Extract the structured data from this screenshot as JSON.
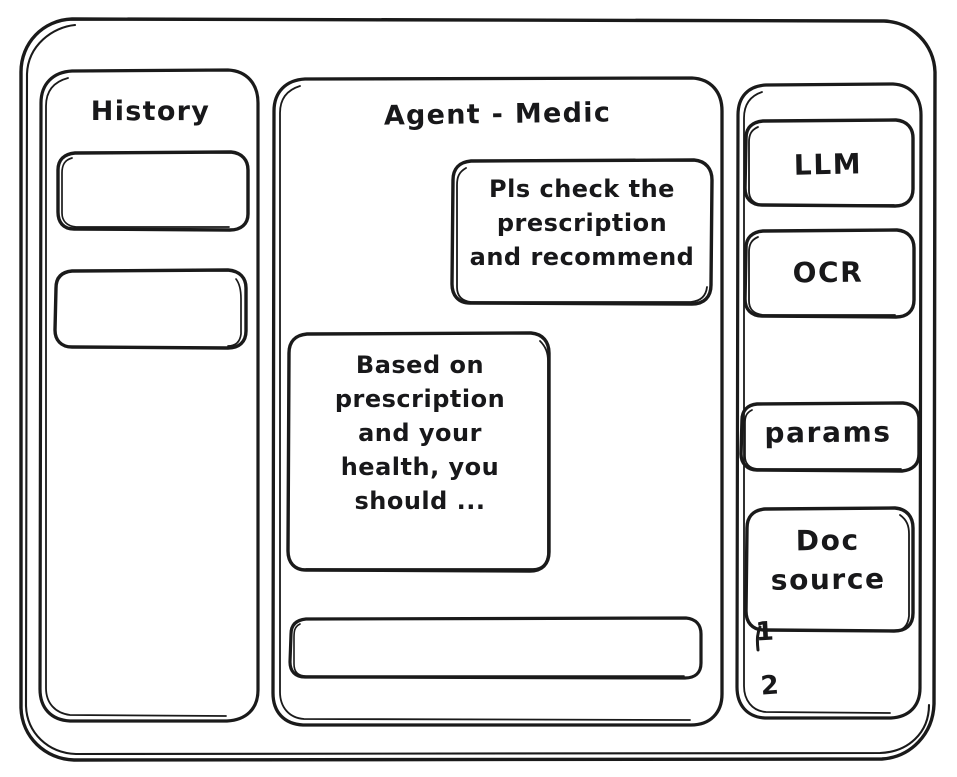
{
  "window": {
    "style": "hand-drawn-wireframe",
    "stroke_color": "#1a1a1a",
    "background_color": "#ffffff"
  },
  "history_panel": {
    "title": "History",
    "items": [
      {
        "label": "",
        "name": "history-item-1"
      },
      {
        "label": "",
        "name": "history-item-2"
      }
    ]
  },
  "main_panel": {
    "title": "Agent - Medic",
    "messages": [
      {
        "role": "user",
        "align": "right",
        "text": "Pls check the\nprescription\nand recommend"
      },
      {
        "role": "assistant",
        "align": "left",
        "text": "Based on\nprescription\nand your\nhealth, you\nshould ..."
      }
    ],
    "composer": {
      "value": "",
      "placeholder": ""
    }
  },
  "tools_panel": {
    "cards": [
      {
        "label": "LLM"
      },
      {
        "label": "OCR"
      },
      {
        "label": "params"
      },
      {
        "label": "Doc\nsource"
      }
    ],
    "doc_source_items": [
      {
        "label": "1"
      },
      {
        "label": "2"
      }
    ]
  }
}
